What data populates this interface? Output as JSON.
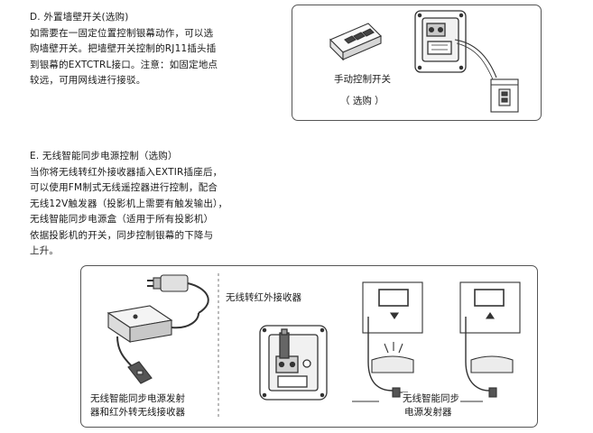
{
  "section_d": {
    "heading": "D. 外置墙壁开关(选购)",
    "lines": [
      "如需要在一固定位置控制银幕动作，可以选",
      "购墙壁开关。把墙壁开关控制的RJ11插头插",
      "到银幕的EXTCTRL接口。注意：如固定地点",
      "较远，可用网线进行接驳。"
    ],
    "figure": {
      "switch_label": "手动控制开关",
      "optional_label": "（ 选购 ）"
    }
  },
  "section_e": {
    "heading": "E. 无线智能同步电源控制（选购）",
    "lines": [
      "当你将无线转红外接收器插入EXTIR插座后，",
      "可以使用FM制式无线遥控器进行控制，配合",
      "无线12V触发器（投影机上需要有触发输出），",
      "无线智能同步电源盒（适用于所有投影机）",
      "依据投影机的开关，同步控制银幕的下降与",
      "上升。"
    ],
    "figure": {
      "receiver_label": "无线转红外接收器",
      "transmitter_label_lines": [
        "无线智能同步电源发射",
        "器和红外转无线接收器"
      ],
      "power_label_lines": [
        "无线智能同步",
        "电源发射器"
      ]
    }
  }
}
